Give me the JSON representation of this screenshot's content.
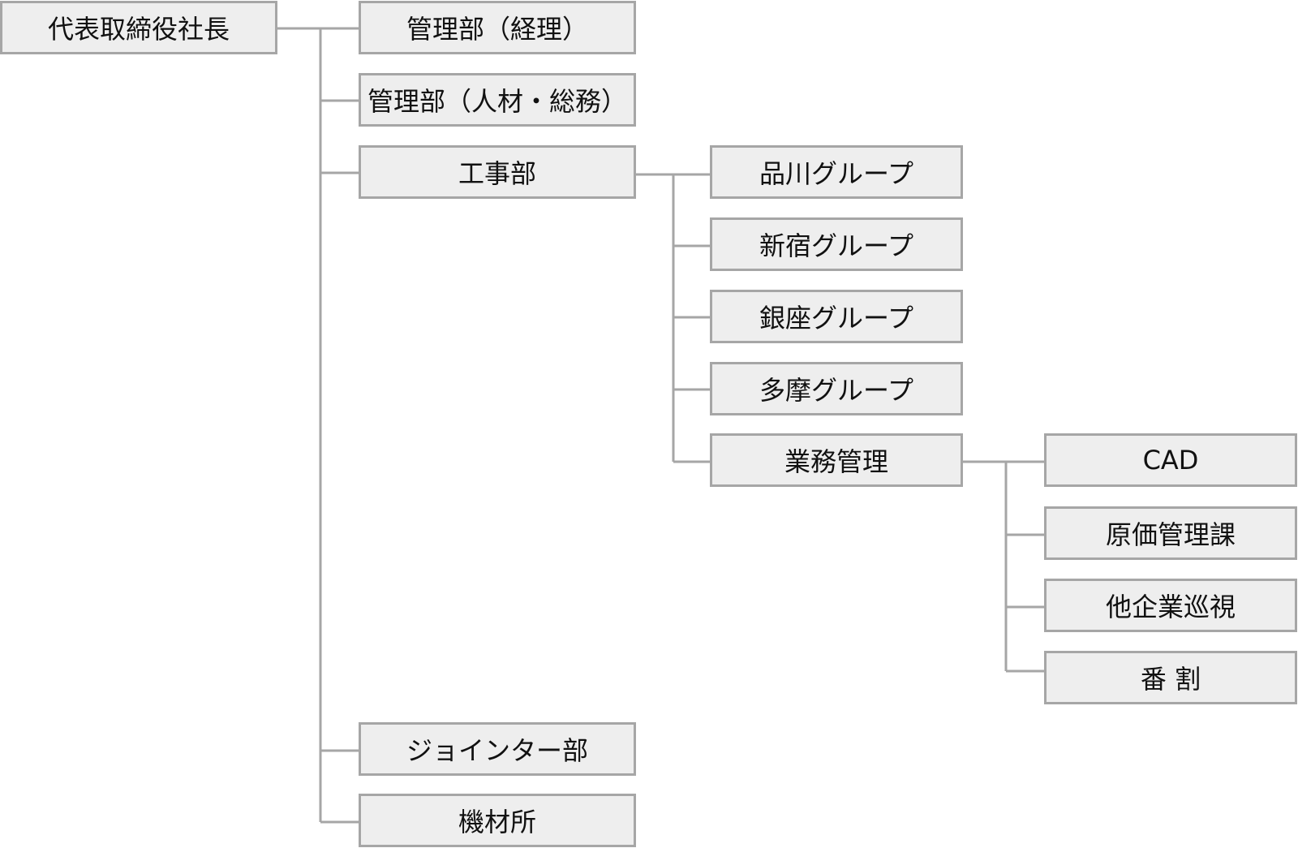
{
  "chart": {
    "root": "代表取締役社長",
    "departments": [
      "管理部（経理）",
      "管理部（人材・総務）",
      "工事部",
      "ジョインター部",
      "機材所"
    ],
    "construction_groups": [
      "品川グループ",
      "新宿グループ",
      "銀座グループ",
      "多摩グループ",
      "業務管理"
    ],
    "business_sections": [
      "CAD",
      "原価管理課",
      "他企業巡視",
      "番 割"
    ]
  },
  "colors": {
    "box_fill": "#eeeeee",
    "box_border": "#a6a6a6",
    "connector": "#a6a6a6",
    "text": "#111111"
  }
}
